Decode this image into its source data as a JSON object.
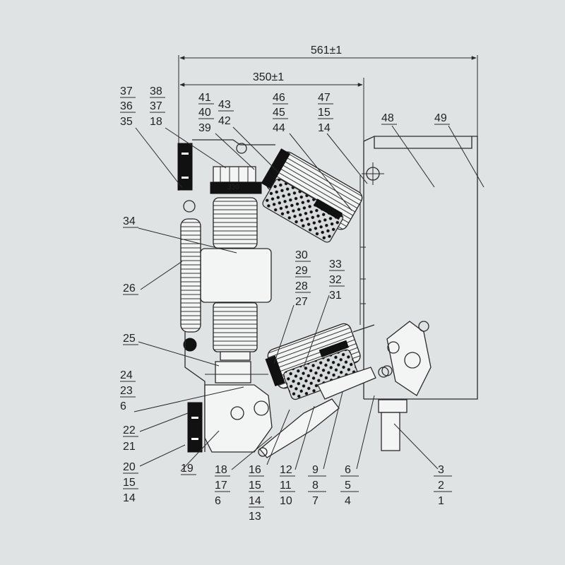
{
  "dimensions": {
    "overall": "561±1",
    "inner": "350±1"
  },
  "callouts": [
    {
      "id": "grp-37-36-35",
      "lines": [
        "37",
        "36",
        "35"
      ]
    },
    {
      "id": "grp-38-37-18",
      "lines": [
        "38",
        "37",
        "18"
      ]
    },
    {
      "id": "grp-41-40-39",
      "lines": [
        "41",
        "40",
        "39"
      ]
    },
    {
      "id": "grp-43-42",
      "lines": [
        "43",
        "42"
      ]
    },
    {
      "id": "grp-46-45-44",
      "lines": [
        "46",
        "45",
        "44"
      ]
    },
    {
      "id": "grp-47-15-14",
      "lines": [
        "47",
        "15",
        "14"
      ]
    },
    {
      "id": "lbl-48",
      "lines": [
        "48"
      ]
    },
    {
      "id": "lbl-49",
      "lines": [
        "49"
      ]
    },
    {
      "id": "lbl-34",
      "lines": [
        "34"
      ]
    },
    {
      "id": "lbl-26",
      "lines": [
        "26"
      ]
    },
    {
      "id": "grp-30-29-28-27",
      "lines": [
        "30",
        "29",
        "28",
        "27"
      ]
    },
    {
      "id": "grp-33-32-31",
      "lines": [
        "33",
        "32",
        "31"
      ]
    },
    {
      "id": "lbl-25",
      "lines": [
        "25"
      ]
    },
    {
      "id": "grp-24-23-6",
      "lines": [
        "24",
        "23",
        "6"
      ]
    },
    {
      "id": "grp-22-21",
      "lines": [
        "22",
        "21"
      ]
    },
    {
      "id": "grp-20-15-14",
      "lines": [
        "20",
        "15",
        "14"
      ]
    },
    {
      "id": "lbl-19",
      "lines": [
        "19"
      ]
    },
    {
      "id": "grp-18-17-6",
      "lines": [
        "18",
        "17",
        "6"
      ]
    },
    {
      "id": "grp-16-15-14-13",
      "lines": [
        "16",
        "15",
        "14",
        "13"
      ]
    },
    {
      "id": "grp-12-11-10",
      "lines": [
        "12",
        "11",
        "10"
      ]
    },
    {
      "id": "grp-9-8-7",
      "lines": [
        "9",
        "8",
        "7"
      ]
    },
    {
      "id": "grp-6-5-4",
      "lines": [
        "6",
        "5",
        "4"
      ]
    },
    {
      "id": "grp-3-2-1",
      "lines": [
        "3",
        "2",
        "1"
      ]
    }
  ]
}
